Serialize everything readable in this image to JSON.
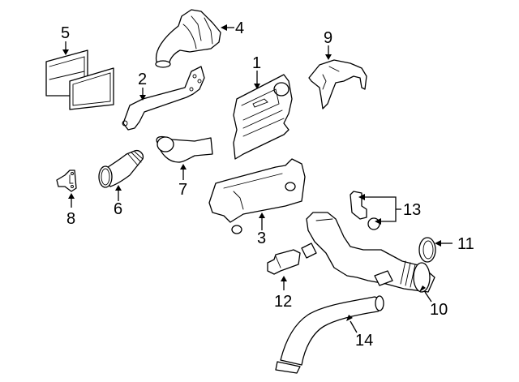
{
  "diagram": {
    "type": "exploded-parts-diagram",
    "callouts": [
      {
        "number": "1",
        "part": "air-cleaner-housing"
      },
      {
        "number": "2",
        "part": "bracket"
      },
      {
        "number": "3",
        "part": "air-cleaner-lower-housing"
      },
      {
        "number": "4",
        "part": "intake-duct-upper"
      },
      {
        "number": "5",
        "part": "air-filter-elements"
      },
      {
        "number": "6",
        "part": "intake-hose"
      },
      {
        "number": "7",
        "part": "intake-duct"
      },
      {
        "number": "8",
        "part": "mount-bracket"
      },
      {
        "number": "9",
        "part": "heat-shield"
      },
      {
        "number": "10",
        "part": "air-intake-tube"
      },
      {
        "number": "11",
        "part": "clamp-ring"
      },
      {
        "number": "12",
        "part": "mass-air-flow-sensor"
      },
      {
        "number": "13",
        "part": "sensor-and-grommet"
      },
      {
        "number": "14",
        "part": "intake-pipe"
      }
    ]
  }
}
